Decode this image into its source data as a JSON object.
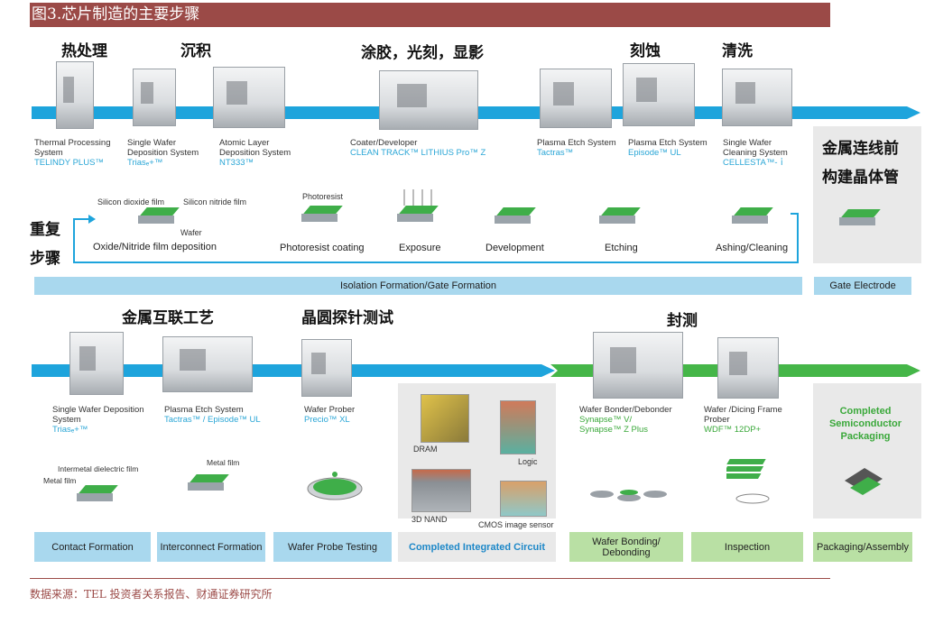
{
  "title": "图3.芯片制造的主要步骤",
  "top_section": {
    "heads": [
      "热处理",
      "沉积",
      "涂胶，光刻，显影",
      "刻蚀",
      "清洗"
    ],
    "right_head_line1": "金属连线前",
    "right_head_line2": "构建晶体管",
    "machines": [
      {
        "line1": "Thermal Processing",
        "line2": "System",
        "product": "TELINDY PLUS™"
      },
      {
        "line1": "Single Wafer",
        "line2": "Deposition System",
        "product": "Triasₑ+™"
      },
      {
        "line1": "Atomic Layer",
        "line2": "Deposition System",
        "product": "NT333™"
      },
      {
        "line1": "Coater/Developer",
        "line2": "",
        "product": "CLEAN TRACK™ LITHIUS Pro™ Z"
      },
      {
        "line1": "Plasma Etch System",
        "line2": "",
        "product": "Tactras™"
      },
      {
        "line1": "Plasma Etch System",
        "line2": "",
        "product": "Episode™ UL"
      },
      {
        "line1": "Single Wafer",
        "line2": "Cleaning System",
        "product": "CELLESTA™-ｉ"
      }
    ],
    "repeat_line1": "重复",
    "repeat_line2": "步骤",
    "film_labels": {
      "oxide": "Silicon dioxide film",
      "nitride": "Silicon nitride film",
      "wafer": "Wafer",
      "photoresist": "Photoresist"
    },
    "steps": [
      "Oxide/Nitride film deposition",
      "Photoresist coating",
      "Exposure",
      "Development",
      "Etching",
      "Ashing/Cleaning"
    ],
    "bar_label": "Isolation Formation/Gate Formation",
    "gate_label": "Gate Electrode"
  },
  "bottom_section": {
    "heads": [
      "金属互联工艺",
      "晶圆探针测试",
      "封测"
    ],
    "machines": [
      {
        "line1": "Single Wafer Deposition",
        "line2": "System",
        "product": "Triasₑ+™"
      },
      {
        "line1": "Plasma Etch System",
        "line2": "",
        "product": "Tactras™ / Episode™ UL"
      },
      {
        "line1": "Wafer Prober",
        "line2": "",
        "product": "Precio™ XL"
      },
      {
        "line1": "Wafer Bonder/Debonder",
        "line2": "",
        "product": "Synapse™ V/",
        "product2": "Synapse™ Z Plus"
      },
      {
        "line1": "Wafer /Dicing Frame",
        "line2": "Prober",
        "product": "WDF™ 12DP+"
      }
    ],
    "completed_packaging": [
      "Completed",
      "Semiconductor",
      "Packaging"
    ],
    "small_labels": {
      "intermetal": "Intermetal dielectric film",
      "metal_film_left": "Metal film",
      "metal_film_mid": "Metal film",
      "dram": "DRAM",
      "logic": "Logic",
      "nand": "3D NAND",
      "cmos": "CMOS image sensor"
    },
    "labels": [
      "Contact Formation",
      "Interconnect Formation",
      "Wafer Probe Testing",
      "Completed Integrated Circuit",
      "Wafer Bonding/ Debonding",
      "Inspection",
      "Packaging/Assembly"
    ]
  },
  "source": "数据来源：TEL 投资者关系报告、财通证券研究所",
  "colors": {
    "title_bg": "#9b4a47",
    "blue_arrow": "#1ea4dc",
    "green_arrow": "#45b648",
    "light_blue": "#a9d8ee",
    "light_green": "#b9e0a4",
    "panel_gray": "#e9e9e9"
  }
}
